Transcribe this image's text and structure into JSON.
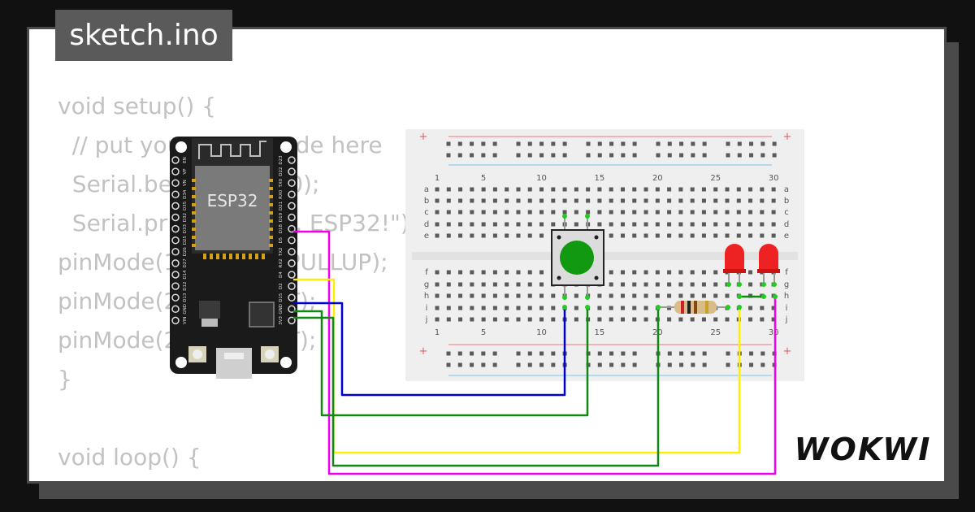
{
  "file_tab": {
    "label": "sketch.ino"
  },
  "code_lines": [
    "void setup() {",
    "  // put your setup code here",
    "  Serial.begin(115200);",
    "  Serial.println(\"Hello, ESP32!\");",
    "pinMode(13, INPUT_PULLUP);",
    "pinMode(26, OUTPUT);",
    "pinMode(27, OUTPUT);",
    "}",
    "",
    "void loop() {"
  ],
  "esp32": {
    "chip_label": "ESP32",
    "left_pins": [
      "EN",
      "VP",
      "VN",
      "D34",
      "D35",
      "D32",
      "D33",
      "D25",
      "D26",
      "D27",
      "D14",
      "D12",
      "D13",
      "GND",
      "VIN"
    ],
    "right_pins": [
      "D23",
      "D22",
      "TX0",
      "RX0",
      "D21",
      "D19",
      "D18",
      "D5",
      "TX2",
      "RX2",
      "D4",
      "D2",
      "D15",
      "GND",
      "3V3"
    ]
  },
  "breadboard": {
    "column_numbers": [
      "1",
      "5",
      "10",
      "15",
      "20",
      "25",
      "30"
    ],
    "top_rows": [
      "a",
      "b",
      "c",
      "d",
      "e"
    ],
    "bottom_rows": [
      "f",
      "g",
      "h",
      "i",
      "j"
    ],
    "rail_plus": "+"
  },
  "colors": {
    "wire_blue": "#0000cc",
    "wire_green": "#118811",
    "wire_yellow": "#ffee00",
    "wire_magenta": "#ee00ee",
    "led_red": "#ee2222",
    "button_cap": "#119911",
    "board_dark": "#1a1a1a"
  },
  "logo": {
    "text": "WOKWI"
  }
}
